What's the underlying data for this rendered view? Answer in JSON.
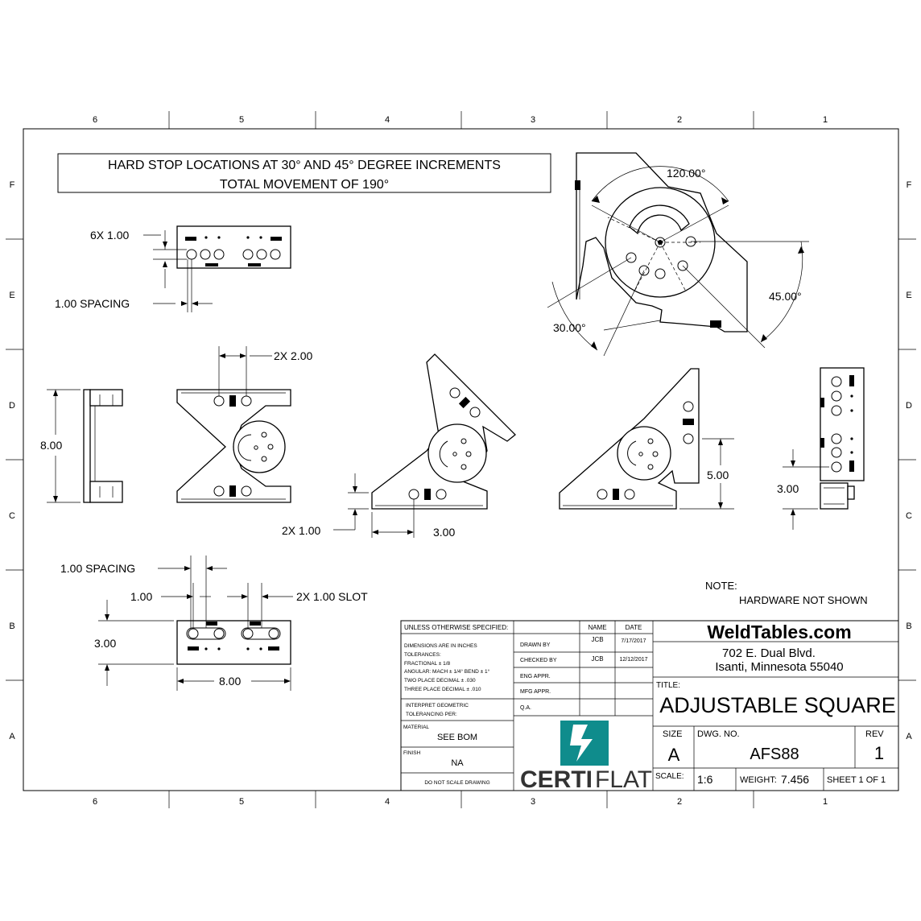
{
  "border": {
    "cols_top": [
      "6",
      "5",
      "4",
      "3",
      "2",
      "1"
    ],
    "cols_bottom": [
      "6",
      "5",
      "4",
      "3",
      "2",
      "1"
    ],
    "rows_left": [
      "F",
      "E",
      "D",
      "C",
      "B",
      "A"
    ],
    "rows_right": [
      "F",
      "E",
      "D",
      "C",
      "B",
      "A"
    ]
  },
  "header_note": {
    "line1": "HARD STOP LOCATIONS AT 30° AND 45° DEGREE INCREMENTS",
    "line2": "TOTAL MOVEMENT OF 190°"
  },
  "dimensions": {
    "six_x": "6X 1.00",
    "spacing_top": "1.00 SPACING",
    "two_x_200": "2X 2.00",
    "height_800": "8.00",
    "two_x_100": "2X 1.00",
    "width_300": "3.00",
    "height_500": "5.00",
    "side_300": "3.00",
    "angle_120": "120.00°",
    "angle_45": "45.00°",
    "angle_30": "30.00°",
    "spacing_bottom": "1.00 SPACING",
    "one_00": "1.00",
    "slot": "2X 1.00 SLOT",
    "bottom_300": "3.00",
    "bottom_800": "8.00"
  },
  "note": {
    "title": "NOTE:",
    "text": "HARDWARE NOT SHOWN"
  },
  "title_block": {
    "unless": "UNLESS OTHERWISE SPECIFIED:",
    "name_hdr": "NAME",
    "date_hdr": "DATE",
    "drawn_by": "DRAWN BY",
    "drawn_name": "JCB",
    "drawn_date": "7/17/2017",
    "checked_by": "CHECKED BY",
    "checked_name": "JCB",
    "checked_date": "12/12/2017",
    "eng_appr": "ENG APPR.",
    "mfg_appr": "MFG APPR.",
    "qa": "Q.A.",
    "dims_1": "DIMENSIONS ARE IN INCHES",
    "dims_2": "TOLERANCES:",
    "dims_3": "FRACTIONAL ± 1/8",
    "dims_4": "ANGULAR: MACH ± 1/4° BEND ± 1°",
    "dims_5": "TWO PLACE DECIMAL   ± .030",
    "dims_6": "THREE PLACE DECIMAL   ± .010",
    "interpret_1": "INTERPRET GEOMETRIC",
    "interpret_2": "TOLERANCING PER:",
    "material_lbl": "MATERIAL",
    "material_val": "SEE BOM",
    "finish_lbl": "FINISH",
    "finish_val": "NA",
    "do_not_scale": "DO NOT SCALE DRAWING",
    "company": "WeldTables.com",
    "address1": "702 E. Dual Blvd.",
    "address2": "Isanti, Minnesota 55040",
    "title_lbl": "TITLE:",
    "title_val": "ADJUSTABLE SQUARE",
    "size_lbl": "SIZE",
    "size_val": "A",
    "dwg_lbl": "DWG. NO.",
    "dwg_val": "AFS88",
    "rev_lbl": "REV",
    "rev_val": "1",
    "scale_lbl": "SCALE:",
    "scale_val": "1:6",
    "weight_lbl": "WEIGHT:",
    "weight_val": "7.456",
    "sheet": "SHEET 1 OF 1",
    "logo_certi": "CERTI",
    "logo_flat": "FLAT"
  },
  "colors": {
    "logo_teal": "#0f8c8c",
    "logo_text": "#333333"
  }
}
